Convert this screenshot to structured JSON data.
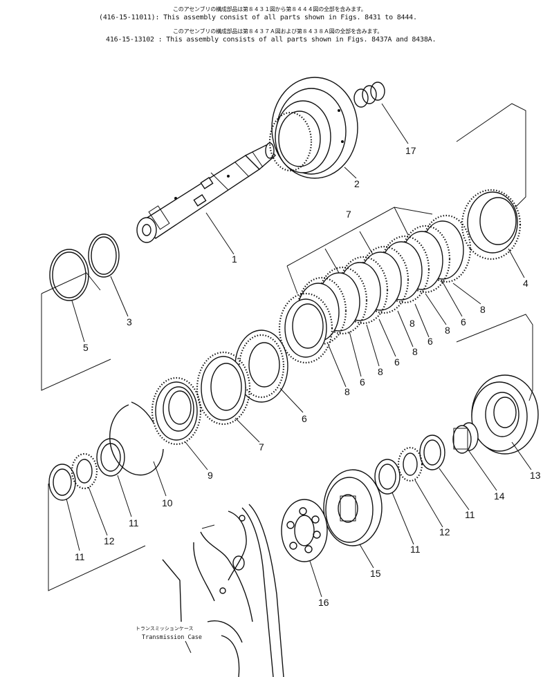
{
  "header": {
    "jp_line_1": "このアセンブリの構成部品は第８４３１図から第８４４４図の全部を含みます。",
    "line_1": "(416-15-11011): This assembly consist of all parts shown in Figs. 8431 to 8444.",
    "jp_line_2": "このアセンブリの構成部品は第８４３７Ａ図および第８４３８Ａ図の全部を含みます。",
    "line_2": "416-15-13102 : This assembly consists of all parts shown in Figs. 8437A and 8438A."
  },
  "callouts": [
    "1",
    "2",
    "3",
    "4",
    "5",
    "6",
    "6",
    "6",
    "6",
    "6",
    "7",
    "7",
    "8",
    "8",
    "8",
    "8",
    "8",
    "8",
    "9",
    "10",
    "11",
    "11",
    "11",
    "11",
    "12",
    "12",
    "13",
    "14",
    "15",
    "16",
    "17"
  ],
  "caption": {
    "jp": "トランスミッションケース",
    "en": "Transmission Case"
  }
}
